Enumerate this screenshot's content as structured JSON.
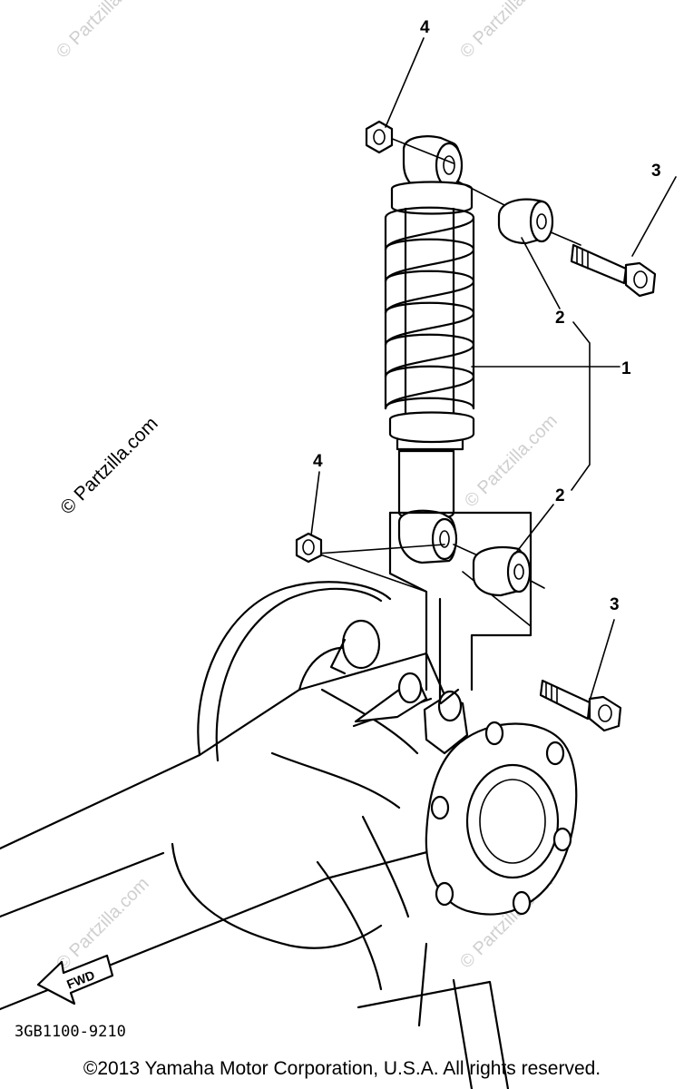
{
  "callouts": {
    "top_4": "4",
    "top_3": "3",
    "upper_2": "2",
    "right_1": "1",
    "lower_2": "2",
    "mid_4": "4",
    "lower_3": "3"
  },
  "fwd_label": "FWD",
  "part_code": "3GB1100-9210",
  "watermarks": {
    "primary": "© Partzilla.com",
    "ghost": "© Partzilla.com"
  },
  "copyright": "©2013  Yamaha Motor Corporation, U.S.A. All rights reserved."
}
